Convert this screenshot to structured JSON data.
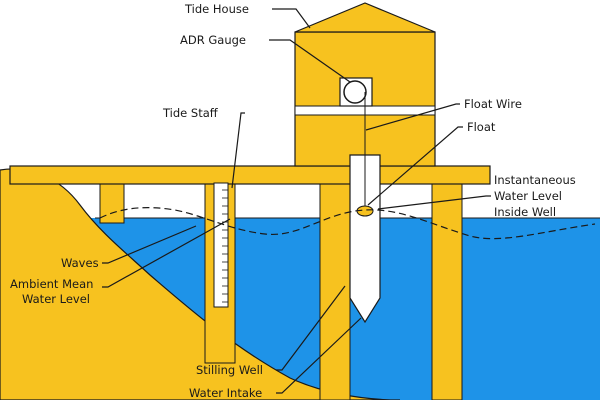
{
  "diagram": {
    "labels": {
      "tide_house": "Tide House",
      "adr_gauge": "ADR Gauge",
      "tide_staff": "Tide Staff",
      "float_wire": "Float Wire",
      "float": "Float",
      "instantaneous_line1": "Instantaneous",
      "instantaneous_line2": "Water Level",
      "instantaneous_line3": "Inside Well",
      "waves": "Waves",
      "ambient_line1": "Ambient Mean",
      "ambient_line2": "Water Level",
      "stilling_well": "Stilling Well",
      "water_intake": "Water Intake"
    },
    "colors": {
      "structure": "#f7c21f",
      "water": "#1e93e8",
      "outline": "#1a1a1a",
      "background": "#ffffff"
    }
  }
}
